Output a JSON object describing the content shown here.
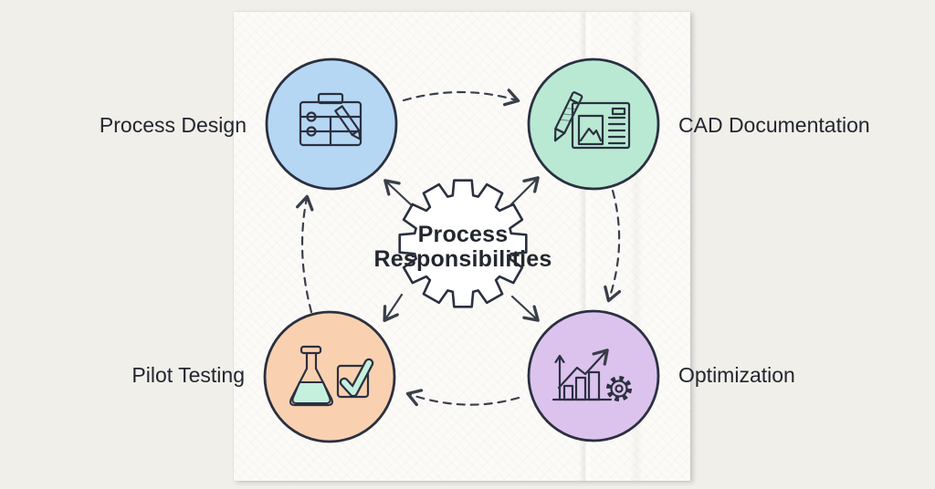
{
  "diagram": {
    "title": "Process Responsibilities",
    "center": {
      "label_line1": "Process",
      "label_line2": "Responsibilities",
      "gear_fill": "#ffffff"
    },
    "nodes": {
      "process_design": {
        "label": "Process Design",
        "fill": "#b5d7f3",
        "icon": "clipboard-pencil-icon",
        "position": "top-left"
      },
      "cad_documentation": {
        "label": "CAD Documentation",
        "fill": "#b9e9d2",
        "icon": "pencil-document-icon",
        "position": "top-right"
      },
      "pilot_testing": {
        "label": "Pilot Testing",
        "fill": "#f9d1b0",
        "icon": "flask-checkbox-icon",
        "position": "bottom-left"
      },
      "optimization": {
        "label": "Optimization",
        "fill": "#dcc3ee",
        "icon": "bar-chart-gear-icon",
        "position": "bottom-right"
      }
    },
    "flow": [
      "process_design -> cad_documentation",
      "cad_documentation -> optimization",
      "optimization -> pilot_testing",
      "pilot_testing -> process_design"
    ],
    "accents": {
      "mint": "#c4f0dd",
      "eraser": "#ead2c6",
      "pencil_body": "#fbf6f0",
      "outline": "#2b3040",
      "arrow": "#3a3f4a",
      "paper": "#fcfbf8",
      "background": "#f1efe9"
    }
  }
}
